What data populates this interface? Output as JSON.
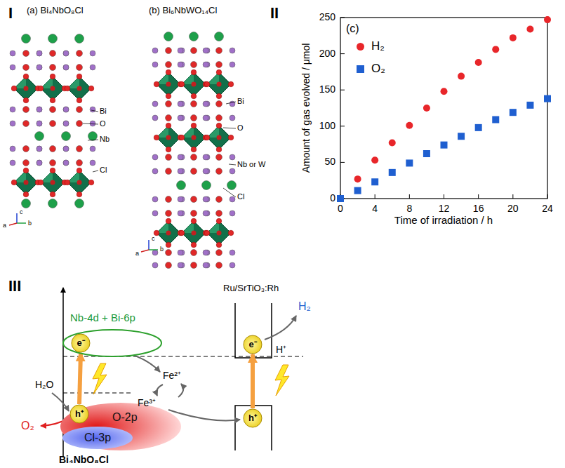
{
  "diagram": {
    "nodes": [
      {
        "text": [
          "Nb-4d + Bi-6p"
        ]
      },
      {
        "text": [
          "e⁻"
        ],
        "in": 0
      },
      {
        "text": [
          "O-2p"
        ]
      },
      {
        "text": [
          "h⁺"
        ],
        "in": 2
      },
      {
        "text": [
          "Cl-3p"
        ],
        "in": 2
      },
      {
        "text": [
          "e⁻"
        ]
      },
      {
        "text": [
          "h⁺"
        ]
      }
    ],
    "edges": [
      {
        "from": 3,
        "to": 1,
        "arrow": "to"
      },
      {
        "from": 6,
        "to": 5,
        "arrow": "to"
      }
    ],
    "labels": [
      "I",
      "(a) Bi₄NbO₈Cl",
      "(b) Bi₆NbWO₁₄Cl",
      "Bi",
      "O",
      "Nb",
      "Cl",
      "c",
      "a",
      "b",
      "Bi",
      "O",
      "Nb or W",
      "Cl",
      "c",
      "a",
      "b",
      "II",
      "(c)",
      "0",
      "50",
      "100",
      "150",
      "200",
      "250",
      "0",
      "4",
      "8",
      "12",
      "16",
      "20",
      "24",
      "Amount of gas evolved / μmol",
      "Time of irradiation / h",
      "III",
      "H₂O",
      "O₂",
      "Fe²⁺",
      "Fe³⁺",
      "Ru/SrTiO₃:Rh",
      "H₂",
      "H⁺",
      "Bi₄NbO₈Cl"
    ],
    "legend": [
      {
        "text": "H₂",
        "color": "#e8262a"
      },
      {
        "text": "O₂",
        "color": "#1f5fd0"
      }
    ]
  }
}
